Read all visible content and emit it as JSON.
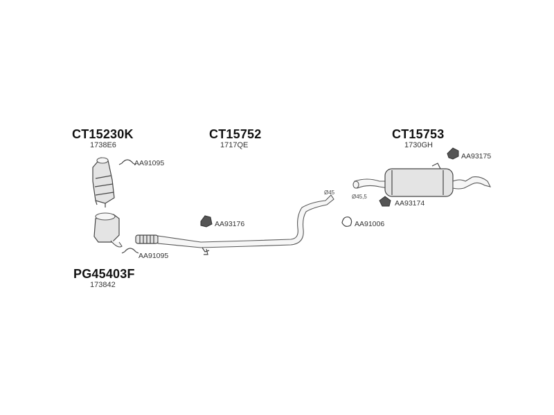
{
  "parts": [
    {
      "part_number": "CT15230K",
      "ref": "1738E6"
    },
    {
      "part_number": "CT15752",
      "ref": "1717QE"
    },
    {
      "part_number": "CT15753",
      "ref": "1730GH"
    },
    {
      "part_number": "PG45403F",
      "ref": "173842"
    }
  ],
  "accessories": [
    {
      "code": "AA91095"
    },
    {
      "code": "AA91095"
    },
    {
      "code": "AA93176"
    },
    {
      "code": "AA91006"
    },
    {
      "code": "AA93175"
    },
    {
      "code": "AA93174"
    }
  ],
  "dimensions": [
    {
      "label": "Ø45"
    },
    {
      "label": "Ø45,5"
    }
  ],
  "icons": {
    "clamp": "clamp-icon",
    "rubber_mount": "rubber-mount-icon",
    "bracket": "bracket-icon"
  },
  "colors": {
    "line": "#444444",
    "fill": "#e4e4e4",
    "text": "#111111"
  }
}
